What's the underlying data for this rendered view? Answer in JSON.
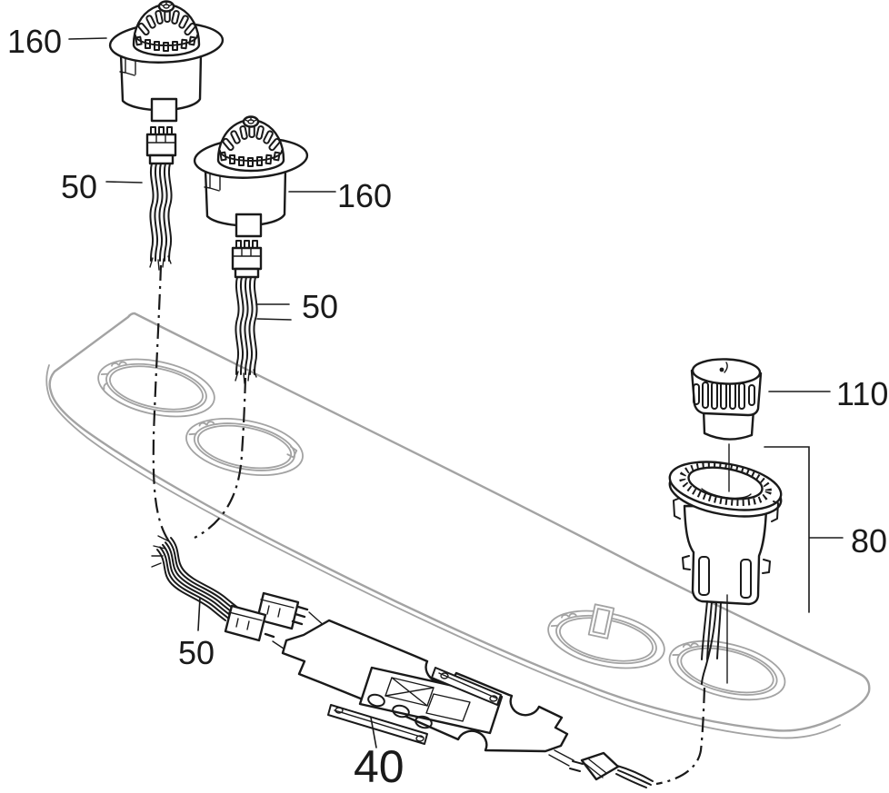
{
  "diagram": {
    "type": "exploded-parts-diagram",
    "background_color": "#ffffff",
    "line_color": "#1a1a1a",
    "panel_line_color": "#a3a3a3",
    "highlight_color": "#ed7d18",
    "callouts": [
      {
        "id": "knob-switch-upper",
        "label": "160"
      },
      {
        "id": "wiring-harness-upper",
        "label": "50"
      },
      {
        "id": "knob-switch-lower",
        "label": "160"
      },
      {
        "id": "wiring-harness-middle",
        "label": "50"
      },
      {
        "id": "control-knob",
        "label": "110"
      },
      {
        "id": "knob-socket",
        "label": "80"
      },
      {
        "id": "wiring-harness-lower",
        "label": "50"
      },
      {
        "id": "circuit-board",
        "label": "40"
      }
    ]
  }
}
